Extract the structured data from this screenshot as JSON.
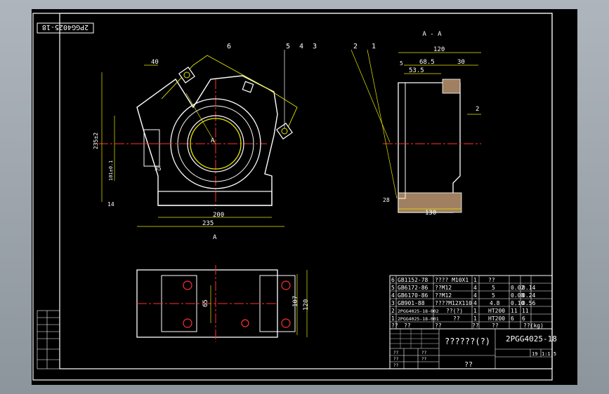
{
  "drawing": {
    "code_rotated": "2PGG4025-18",
    "section_label": "A - A",
    "view_label_a": "A",
    "view_label_a2": "A",
    "balloons": [
      "6",
      "5",
      "4",
      "3",
      "2",
      "1"
    ],
    "dims": {
      "d40": "40",
      "d200": "200",
      "d235": "235",
      "d14": "14",
      "d120": "120",
      "d685": "68.5",
      "d535": "53.5",
      "d5": "5",
      "d30": "30",
      "d130": "130",
      "d28": "28",
      "d65": "65",
      "d107": "107",
      "d120b": "120",
      "d2": "2",
      "d235a": "235±2",
      "d101": "101±0.1",
      "d35": "35"
    }
  },
  "bom": {
    "rows": [
      {
        "no": "6",
        "code": "GB1152-78",
        "name": "???? M10X1",
        "qty": "1",
        "mat": "??",
        "w1": "",
        "w2": ""
      },
      {
        "no": "5",
        "code": "GB6172-86",
        "name": "??M12",
        "qty": "4",
        "mat": "5",
        "w1": "0.02",
        "w2": "0.14"
      },
      {
        "no": "4",
        "code": "GB6170-86",
        "name": "??M12",
        "qty": "4",
        "mat": "5",
        "w1": "0.08",
        "w2": "0.24"
      },
      {
        "no": "3",
        "code": "GB901-88",
        "name": "????M12X110",
        "qty": "4",
        "mat": "4.8",
        "w1": "0.10",
        "w2": "0.56"
      },
      {
        "no": "2",
        "code": "2PGG4025-18-002",
        "name": "??(?)",
        "qty": "1",
        "mat": "HT200",
        "w1": "11",
        "w2": "11"
      },
      {
        "no": "1",
        "code": "2PGG4025-18-001",
        "name": "??",
        "qty": "1",
        "mat": "HT200",
        "w1": "6",
        "w2": "6"
      }
    ],
    "header": {
      "no": "??",
      "code": "??",
      "name": "??",
      "qty": "??",
      "mat": "??",
      "w": "??(kg)"
    }
  },
  "title_block": {
    "title": "??????(?)",
    "drawing_no": "2PGG4025-18",
    "scale": "1:1.5",
    "sheet": "19",
    "company": "??",
    "side_labels": [
      "??",
      "??",
      "??",
      "??",
      "??"
    ]
  }
}
